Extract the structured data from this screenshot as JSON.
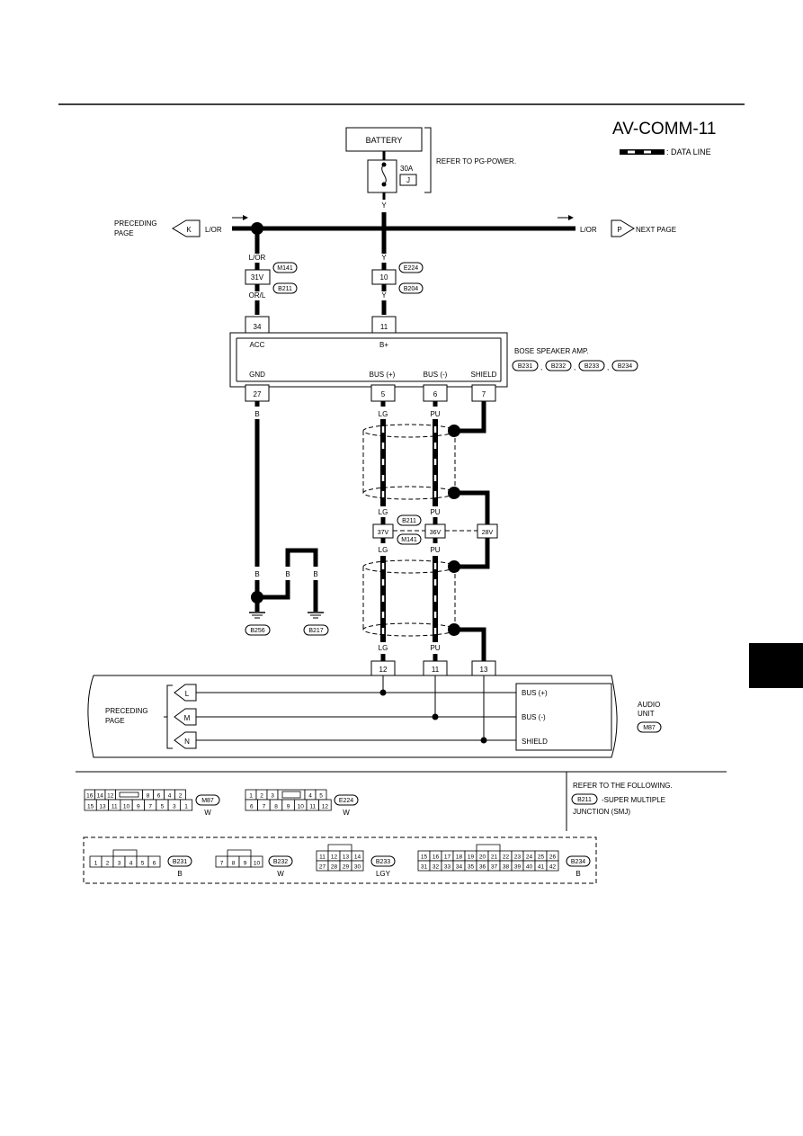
{
  "diagram_id": "AV-COMM-11",
  "legend": {
    "data_line": ": DATA LINE"
  },
  "battery": {
    "label": "BATTERY",
    "fuse_amp": "30A",
    "fuse_letter": "J",
    "note": "REFER TO PG-POWER."
  },
  "wire_colors": {
    "y": "Y",
    "lor": "L/OR",
    "orl": "OR/L",
    "b": "B",
    "lg": "LG",
    "pu": "PU"
  },
  "page_links": {
    "preceding": "PRECEDING",
    "page": "PAGE",
    "k": "K",
    "p": "P",
    "next_page": "NEXT PAGE",
    "l": "L",
    "m": "M",
    "n": "N"
  },
  "connectors": {
    "m141": "M141",
    "b211": "B211",
    "e224": "E224",
    "b204": "B204",
    "b231": "B231",
    "b232": "B232",
    "b233": "B233",
    "b234": "B234",
    "b256": "B256",
    "b217": "B217",
    "m87": "M87"
  },
  "terminals": {
    "t31v": "31V",
    "t10": "10",
    "t34": "34",
    "t11": "11",
    "t27": "27",
    "t5": "5",
    "t6": "6",
    "t7": "7",
    "t37v": "37V",
    "t36v": "36V",
    "t28v": "28V",
    "t12": "12",
    "t11b": "11",
    "t13": "13"
  },
  "amp": {
    "acc": "ACC",
    "bplus": "B+",
    "gnd": "GND",
    "bus_plus": "BUS (+)",
    "bus_minus": "BUS (-)",
    "shield": "SHIELD",
    "name": "BOSE SPEAKER AMP.",
    "sep": ","
  },
  "audio_unit": {
    "bus_plus": "BUS (+)",
    "bus_minus": "BUS (-)",
    "shield": "SHIELD",
    "name1": "AUDIO",
    "name2": "UNIT"
  },
  "refer": {
    "line1": "REFER TO THE FOLLOWING.",
    "line2": "-SUPER MULTIPLE",
    "line3": "JUNCTION (SMJ)"
  },
  "connector_faces": {
    "m87_color": "W",
    "e224_color": "W",
    "b231_color": "B",
    "b232_color": "W",
    "b233_color": "LGY",
    "b234_color": "B",
    "m87_row1": [
      "16",
      "14",
      "12",
      "",
      "8",
      "6",
      "4",
      "2"
    ],
    "m87_row2": [
      "15",
      "13",
      "11",
      "10",
      "9",
      "7",
      "5",
      "3",
      "1"
    ],
    "e224_row1": [
      "1",
      "2",
      "3",
      "",
      "4",
      "5"
    ],
    "e224_row2": [
      "6",
      "7",
      "8",
      "9",
      "10",
      "11",
      "12"
    ],
    "b231_row": [
      "1",
      "2",
      "3",
      "4",
      "5",
      "6"
    ],
    "b232_row": [
      "7",
      "8",
      "9",
      "10"
    ],
    "b233_row1": [
      "11",
      "12",
      "13",
      "14"
    ],
    "b233_row2": [
      "27",
      "28",
      "29",
      "30"
    ],
    "b234_row1": [
      "15",
      "16",
      "17",
      "18",
      "19",
      "20",
      "21",
      "22",
      "23",
      "24",
      "25",
      "26"
    ],
    "b234_row2": [
      "31",
      "32",
      "33",
      "34",
      "35",
      "36",
      "37",
      "38",
      "39",
      "40",
      "41",
      "42"
    ]
  }
}
